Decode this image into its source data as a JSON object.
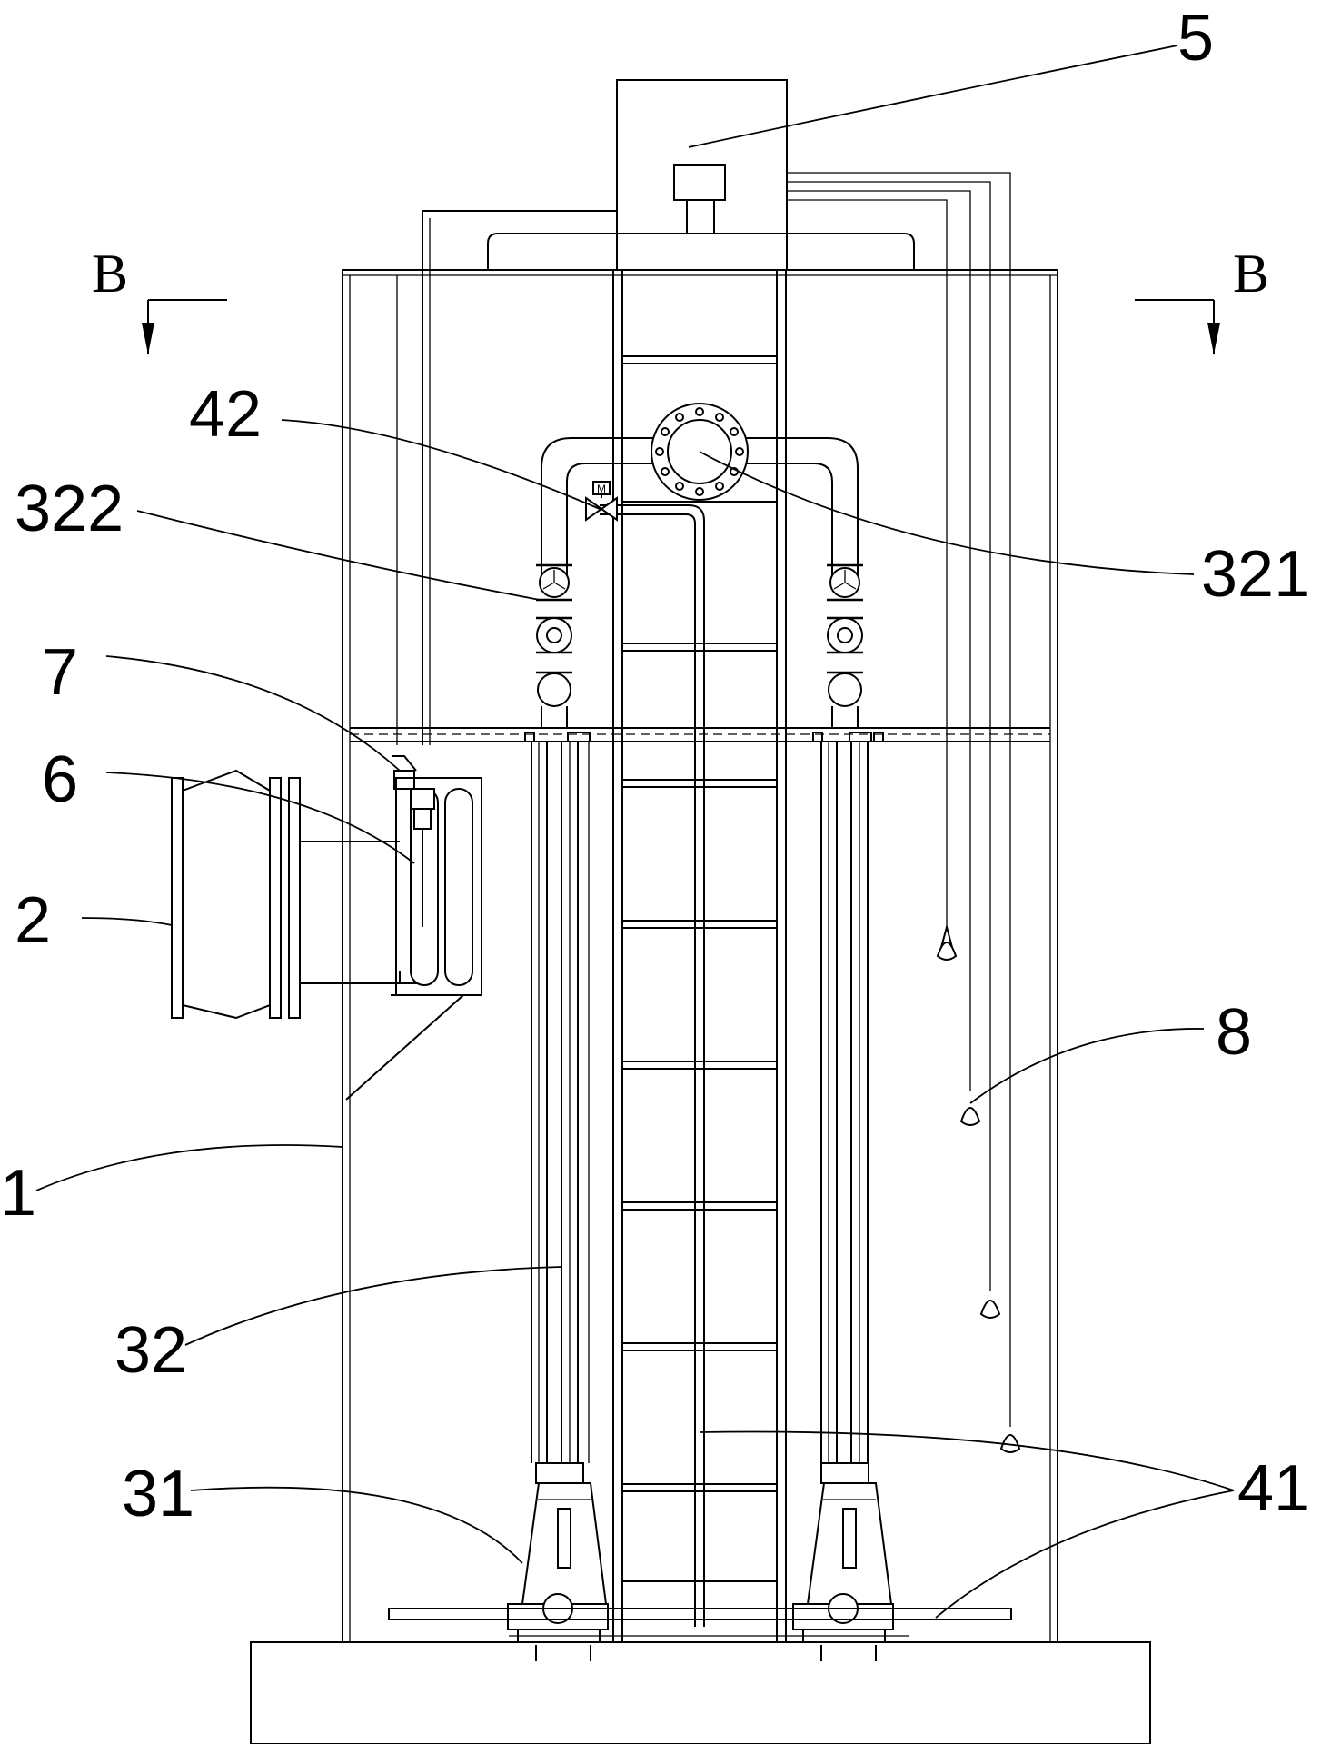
{
  "labels": {
    "l5": "5",
    "l42": "42",
    "l322": "322",
    "l321": "321",
    "l7": "7",
    "l6": "6",
    "l2": "2",
    "l8": "8",
    "l1": "1",
    "l32": "32",
    "l31": "31",
    "l41": "41"
  },
  "section": {
    "left": "B",
    "right": "B"
  },
  "valve_mark": "M"
}
